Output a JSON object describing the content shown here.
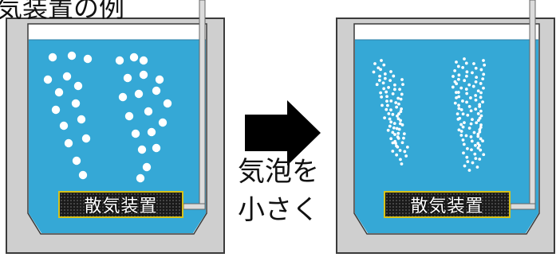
{
  "title": "気装置の例",
  "left_tank": {
    "diffuser_label": "散気装置"
  },
  "right_tank": {
    "diffuser_label": "散気装置"
  },
  "middle": {
    "line1": "気泡を",
    "line2": "小さく"
  },
  "colors": {
    "water": "#35A8D6",
    "tank_gray": "#CFCFCF",
    "tank_outline": "#3A3A3A",
    "arrow": "#000000",
    "bubble": "#FFFFFF",
    "diffuser_bg": "#1A1A1A",
    "diffuser_border": "#D7C21A"
  },
  "icons": [
    "right-arrow-icon"
  ]
}
